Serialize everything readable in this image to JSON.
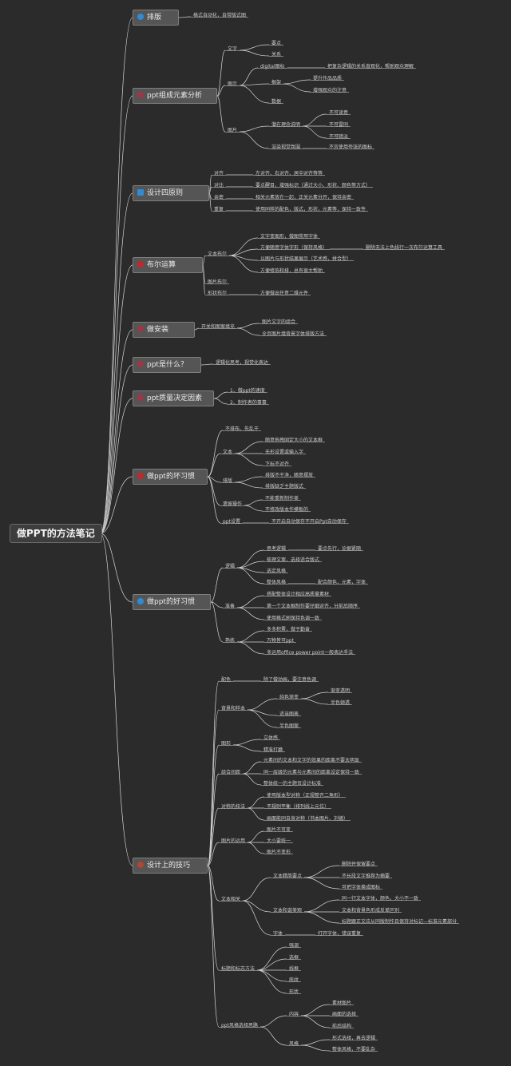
{
  "root": {
    "title": "做PPT的方法笔记"
  },
  "colors": {
    "background": "#2b2b2b",
    "line": "#d8d8d8",
    "blue": "#2e8bd6",
    "red": "#c2272d",
    "brown": "#b2462e",
    "wine": "#9c3747"
  },
  "branches": {
    "b1": {
      "title": "排版",
      "icon": "info-icon",
      "items": {
        "a": "格式自动化，自带版式图"
      }
    },
    "b2": {
      "title": "ppt组成元素分析",
      "icon": "bulb-icon",
      "items": {
        "wenzi": "文字",
        "biaoshi": "图示",
        "tupian": "图片",
        "jidian": "要点",
        "guanxi": "关系",
        "dianzi": "digital图标",
        "diangraph": "把复杂逻辑的关系直观化，帮助观众理解",
        "kuangji": "框架",
        "zuopin": "提升作品品质",
        "daorentu": "增强观众的注意",
        "shuju": "数据",
        "qianzai": "潜在理念说明",
        "mubiao1": "不可读意",
        "mubiao2": "不可雷同",
        "mubiao3": "不可暗淡",
        "jingshen": "渲染视觉氛围",
        "qiguai": "不宜使用夸张的图标"
      }
    },
    "b3": {
      "title": "设计四原则",
      "icon": "square-icon",
      "items": {
        "duiqi": "对齐",
        "dq": "左对齐、右对齐、居中对齐等等",
        "duibi": "对比",
        "db": "要点醒目，增强标识（通过大小、形状、颜色等方式）",
        "qinmi": "亲密",
        "qm": "相关元素放在一起，正关元素分开，保持亲密",
        "chongfu": "重复",
        "cf": "使用同样的配色，版式，形状，元素等，保持一致性"
      }
    },
    "b4": {
      "title": "布尔运算",
      "icon": "circle-icon",
      "items": {
        "wenben": "文本布尔",
        "t1": "文字变图形，做图常用字体",
        "t2": "方便随意字体字形（保持风格）",
        "t2b": "删除无法上色线行一次布尔运算工具",
        "t3": "以图片与形状结果展示（艺术感，拼合型）",
        "t4": "方便修饰和排，总有很大帮助",
        "tupian": "图片布尔",
        "xingzhuang": "形状布尔",
        "xz": "方便做出任意二维元件"
      }
    },
    "b5": {
      "title": "做安装",
      "icon": "gear-icon",
      "items": {
        "fs": "开关和图案填充",
        "f1": "图片文字的组合",
        "f2": "全页图片填背景字体排版方法"
      }
    },
    "b6": {
      "title": "ppt是什么？",
      "icon": "question-icon",
      "items": {
        "a": "逻辑化思考，视觉化表达"
      }
    },
    "b7": {
      "title": "ppt质量决定因素",
      "icon": "chart-icon",
      "items": {
        "a": "1、做ppt的速度",
        "b": "2、制作者的事事"
      }
    },
    "b8": {
      "title": "做ppt的坏习惯",
      "icon": "warning-icon",
      "items": {
        "a": "不排布、先乱干",
        "wenben": "文本",
        "w1": "随意拖拽固定大小的文本框",
        "w2": "无形设置或输入字",
        "w3": "下标不对齐",
        "pb": "排版",
        "p1": "排版不干净，随意摆放",
        "p2": "排版缺乏主题版式",
        "tz": "遗留操作",
        "t1": "不能重新制作美",
        "t2": "不修改版本作模板的",
        "ppt": "ppt设置",
        "pp1": "不开启自动保存不开启Ppt自动保存"
      }
    },
    "b9": {
      "title": "做ppt的好习惯",
      "icon": "info-icon",
      "items": {
        "lj": "逻辑",
        "l1": "思考逻辑",
        "l1b": "要点先行，论据紧随",
        "l2": "梳理文案，选择适合版式",
        "l3": "选定风格",
        "l4": "整体风格",
        "l4b": "配合颜色，元素，字体",
        "zj": "准备",
        "z1": "搭配整体设计相应高质量素材",
        "z2": "第一个文本框制作要仔细对齐，分前后顺序",
        "z3": "使用格式刷保持色调一致",
        "jq": "熟练",
        "j1": "多多积累，做于勤奋",
        "j2": "万物皆可ppt",
        "j3": "多运用office power point一般表达手法"
      }
    },
    "b10": {
      "title": "设计上的技巧",
      "icon": "lightbulb-icon",
      "items": {
        "ps": "配色",
        "ps1": "除了做动画，要注意色调",
        "bj": "背景和样本",
        "bj1": "纯色渐变",
        "bj1a": "渐变透明",
        "bj1b": "半色顿透",
        "bj2": "适当图表",
        "bj3": "半色图案",
        "tp": "图形",
        "tp1": "立体感",
        "tp2": "精准打磨",
        "jk": "组合间距",
        "jk1": "元素间的文本和文字的效果的距离不要太明显",
        "jk2": "同一层级的元素与元素间的距离设定保持一致",
        "jk3": "整体统一的主题页设计标准",
        "ds": "对称的技法",
        "ds1": "使用版本型对称（正规整齐二角形）",
        "ds2": "不规则平衡（排列线上元位）",
        "ds3": "画面能同自身对称（书本图片、刘德）",
        "tpsy": "图片的运用",
        "tp_a": "图片不可变",
        "tp_b": "大小要统一",
        "tp_c": "图片不变形",
        "wb": "文本相关",
        "wb1": "文本精简要点",
        "wb1a": "删除并保留要点",
        "wb1b": "不长段文字推荐为摘要",
        "wb1c": "可把字体换成图标",
        "wb2": "文本和谐美观",
        "wb2a": "同一行文本字体，颜色，大小不一致",
        "wb2b": "文本和背景色形成反差区别",
        "wb2c": "标题跟正文应从同版制作且保持对标记—标准元素部分",
        "wb3": "字体",
        "wb3a": "打开字体，错误重复",
        "hh": "标题和标志方法",
        "hh1": "强调",
        "hh2": "选框",
        "hh3": "线框",
        "hh4": "底纹",
        "hh5": "形状",
        "pc": "ppt风格选择思路",
        "pc1": "内容",
        "pc1a": "素材图片",
        "pc1b": "画面的选择",
        "pc1c": "前后结构",
        "pc2": "风格",
        "pc2a": "形式选择，再去逻辑",
        "pc2b": "整体风格，不要乱杂"
      }
    }
  }
}
